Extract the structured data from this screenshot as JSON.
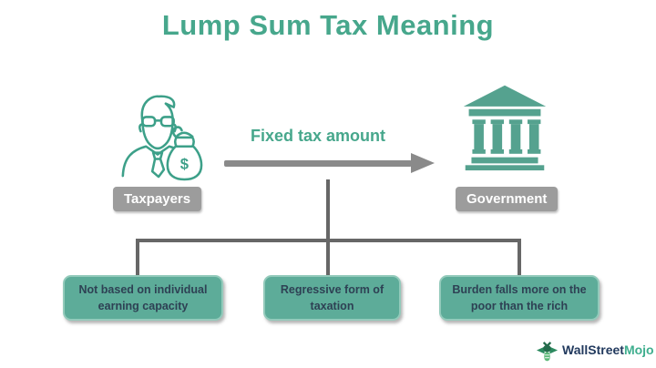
{
  "title": "Lump Sum Tax Meaning",
  "flow": {
    "source_label": "Taxpayers",
    "target_label": "Government",
    "arrow_label": "Fixed tax amount"
  },
  "characteristics": [
    {
      "line1": "Not based on individual",
      "line2": "earning capacity"
    },
    {
      "line1": "Regressive form of",
      "line2": "taxation"
    },
    {
      "line1": "Burden falls more on the",
      "line2": "poor than the rich"
    }
  ],
  "branding": {
    "name_primary": "WallStreet",
    "name_secondary": "Mojo"
  },
  "icons": {
    "taxpayer": "businessman-with-money-bag-icon",
    "government": "government-building-icon",
    "logo": "wallstreetmojo-bull-icon"
  },
  "colors": {
    "accent_teal": "#47a78c",
    "icon_teal": "#3da089",
    "building_teal": "#55a28f",
    "box_fill": "#5dac99",
    "box_border": "#93cabb",
    "box_text": "#2e4154",
    "label_gray": "#9c9c9c",
    "arrow_gray": "#8a8a8a",
    "line_gray": "#676767",
    "brand_navy": "#223a5e",
    "brand_teal": "#3fae8e"
  }
}
